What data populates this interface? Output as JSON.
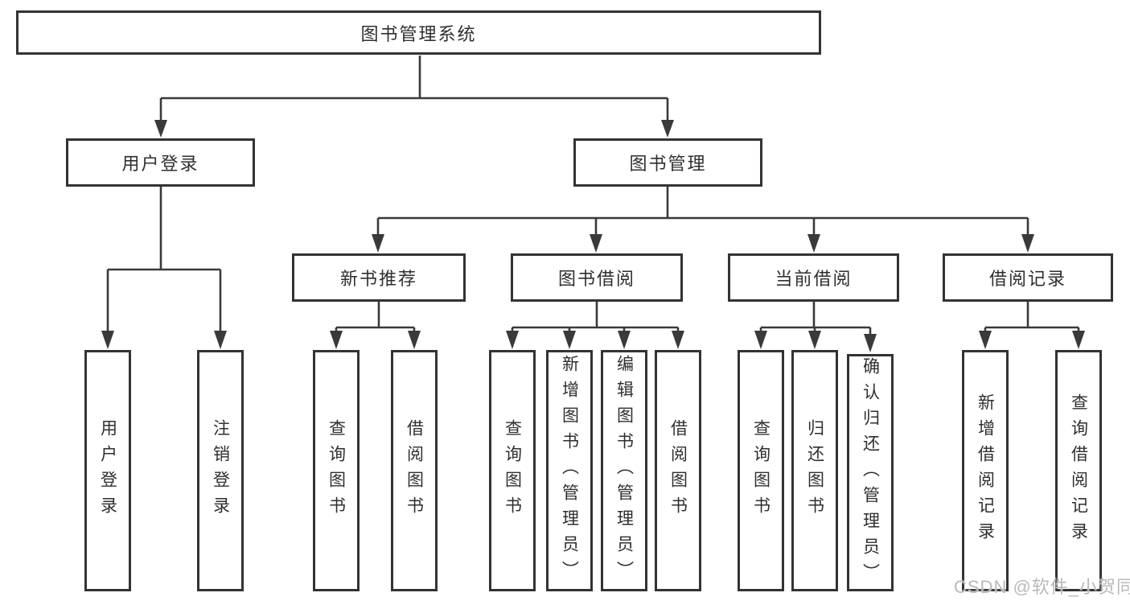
{
  "tree": {
    "label": "图书管理系统",
    "children": [
      {
        "label": "用户登录",
        "children": [
          {
            "label": "用户登录"
          },
          {
            "label": "注销登录"
          }
        ]
      },
      {
        "label": "图书管理",
        "children": [
          {
            "label": "新书推荐",
            "children": [
              {
                "label": "查询图书"
              },
              {
                "label": "借阅图书"
              }
            ]
          },
          {
            "label": "图书借阅",
            "children": [
              {
                "label": "查询图书"
              },
              {
                "label": "新增图书（管理员）"
              },
              {
                "label": "编辑图书（管理员）"
              },
              {
                "label": "借阅图书"
              }
            ]
          },
          {
            "label": "当前借阅",
            "children": [
              {
                "label": "查询图书"
              },
              {
                "label": "归还图书"
              },
              {
                "label": "确认归还（管理员）"
              }
            ]
          },
          {
            "label": "借阅记录",
            "children": [
              {
                "label": "新增借阅记录"
              },
              {
                "label": "查询借阅记录"
              }
            ]
          }
        ]
      }
    ]
  },
  "watermark": "CSDN @软件_小贺同学",
  "colors": {
    "line": "#3a3a3a",
    "box_border": "#333333",
    "text": "#2f2f2f",
    "background": "#ffffff",
    "watermark": "#b9b9bd"
  }
}
